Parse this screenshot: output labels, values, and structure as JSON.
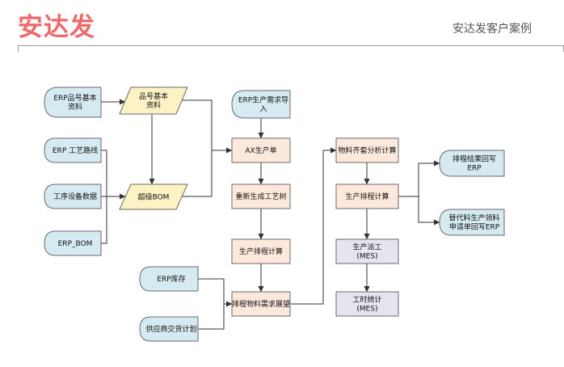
{
  "header": {
    "brand": "安达发",
    "subtitle": "安达发客户案例"
  },
  "colors": {
    "brand": "#ee6a6a",
    "doc_fill": "#d6ebf1",
    "data_fill": "#fdf2c4",
    "process_fill": "#fde9dc",
    "mes_fill": "#e7e4f0",
    "border": "#6a6a6a",
    "line": "#333333"
  },
  "diagram": {
    "nodes": {
      "erp_item_basic": [
        "ERP品号基本",
        "资料"
      ],
      "erp_routing": [
        "ERP 工艺路线"
      ],
      "process_equipment": [
        "工序设备数据"
      ],
      "erp_bom": [
        "ERP_BOM"
      ],
      "item_basic": [
        "品号基本",
        "资料"
      ],
      "super_bom": [
        "超级BOM"
      ],
      "erp_demand_import": [
        "ERP生产需求导",
        "入"
      ],
      "ax_production_order": [
        "AX生产单"
      ],
      "regenerate_routing_tree": [
        "重新生成工艺树"
      ],
      "production_scheduling_1": [
        "生产排程计算"
      ],
      "erp_inventory": [
        "ERP库存"
      ],
      "supplier_delivery_plan": [
        "供应商交货计划"
      ],
      "material_demand_expansion": [
        "排程物料需求展望"
      ],
      "material_kitting_analysis": [
        "物料齐套分析计算"
      ],
      "production_scheduling_2": [
        "生产排程计算"
      ],
      "production_dispatch": [
        "生产派工",
        "(MES)"
      ],
      "labor_hours": [
        "工时统计",
        "(MES)"
      ],
      "writeback_erp": [
        "排程结果回写",
        "ERP"
      ],
      "substitute_writeback": [
        "替代料生产领料",
        "申请单回写ERP"
      ]
    }
  }
}
